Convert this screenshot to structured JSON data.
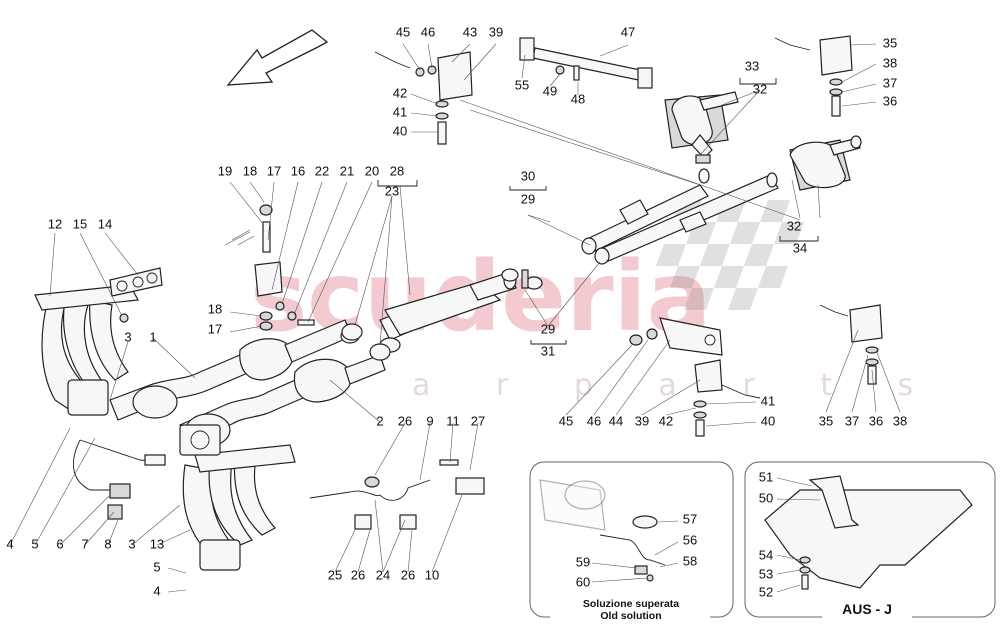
{
  "diagram": {
    "watermark": {
      "main": "scuderia",
      "sub": "c a r   p a r t s"
    },
    "inset_old_solution": {
      "title_it": "Soluzione superata",
      "title_en": "Old solution",
      "labels": [
        "57",
        "56",
        "58",
        "59",
        "60"
      ]
    },
    "inset_aus": {
      "title": "AUS - J",
      "labels": [
        "51",
        "50",
        "54",
        "53",
        "52"
      ]
    },
    "callouts_left": [
      "19",
      "18",
      "17",
      "16",
      "22",
      "21",
      "20",
      "28",
      "23",
      "12",
      "15",
      "14",
      "18",
      "17",
      "1",
      "3",
      "2",
      "4",
      "5",
      "6",
      "7",
      "8",
      "3",
      "13",
      "5",
      "4",
      "26",
      "9",
      "11",
      "27",
      "25",
      "26",
      "24",
      "26",
      "10"
    ],
    "callouts_right": [
      "45",
      "46",
      "43",
      "39",
      "47",
      "55",
      "49",
      "48",
      "42",
      "41",
      "40",
      "33",
      "32",
      "35",
      "38",
      "37",
      "36",
      "30",
      "29",
      "32",
      "34",
      "29",
      "31",
      "45",
      "46",
      "44",
      "39",
      "42",
      "41",
      "40",
      "35",
      "37",
      "36",
      "38"
    ]
  }
}
